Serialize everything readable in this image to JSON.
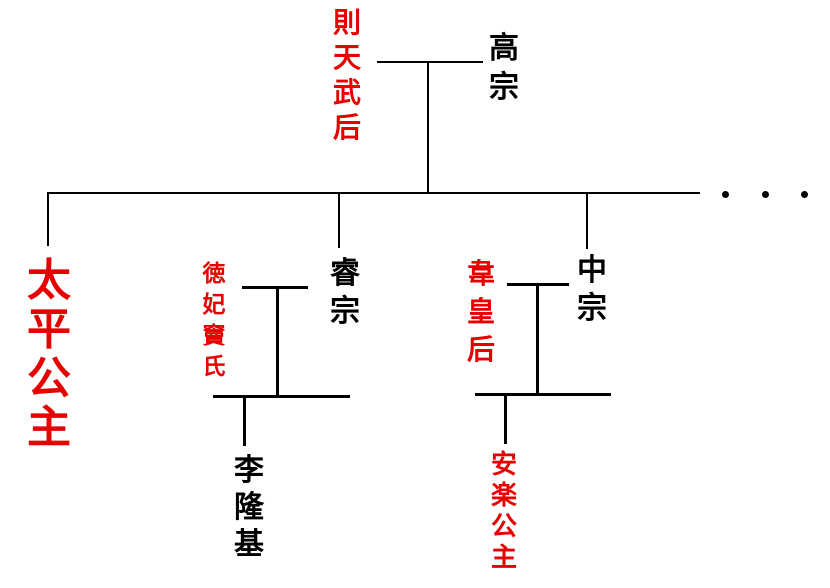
{
  "colors": {
    "highlight_red": "#e60000",
    "text_black": "#000000",
    "line": "#000000",
    "background": "#ffffff"
  },
  "nodes": {
    "wu_zetian": {
      "label": "則天武后",
      "emphasis": "red"
    },
    "gaozong": {
      "label": "高宗",
      "emphasis": "black"
    },
    "taiping": {
      "label": "太平公主",
      "emphasis": "red"
    },
    "dou_consort": {
      "label": "徳妃竇氏",
      "emphasis": "red"
    },
    "ruizong": {
      "label": "睿宗",
      "emphasis": "black"
    },
    "wei_empress": {
      "label": "韋皇后",
      "emphasis": "red"
    },
    "zhongzong": {
      "label": "中宗",
      "emphasis": "black"
    },
    "li_longji": {
      "label": "李隆基",
      "emphasis": "black"
    },
    "anle": {
      "label": "安楽公主",
      "emphasis": "red"
    }
  },
  "relations": [
    {
      "type": "marriage",
      "between": [
        "則天武后",
        "高宗"
      ]
    },
    {
      "type": "children",
      "parents": [
        "則天武后",
        "高宗"
      ],
      "children": [
        "太平公主",
        "睿宗",
        "中宗"
      ],
      "more_children_ellipsis": true
    },
    {
      "type": "marriage",
      "between": [
        "徳妃竇氏",
        "睿宗"
      ]
    },
    {
      "type": "children",
      "parents": [
        "徳妃竇氏",
        "睿宗"
      ],
      "children": [
        "李隆基"
      ]
    },
    {
      "type": "marriage",
      "between": [
        "韋皇后",
        "中宗"
      ]
    },
    {
      "type": "children",
      "parents": [
        "韋皇后",
        "中宗"
      ],
      "children": [
        "安楽公主"
      ]
    }
  ],
  "ellipsis_dot_count": 3
}
